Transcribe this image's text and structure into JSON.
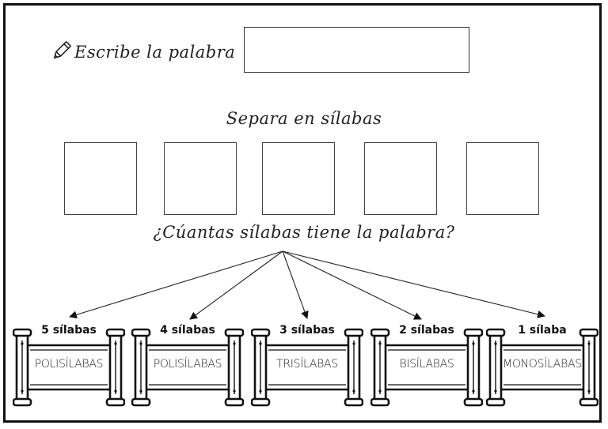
{
  "worksheet": {
    "write_label": "Escribe la palabra",
    "separate_label": "Separa en sílabas",
    "question": "¿Cúantas sílabas tiene la palabra?",
    "syllable_boxes": 5
  },
  "options": [
    {
      "count": "5 sílabas",
      "label": "POLISÍLABAS"
    },
    {
      "count": "4 sílabas",
      "label": "POLISÍLABAS"
    },
    {
      "count": "3 sílabas",
      "label": "TRISÍLABAS"
    },
    {
      "count": "2 sílabas",
      "label": "BISÍLABAS"
    },
    {
      "count": "1 sílaba",
      "label": "MONOSÍLABAS"
    }
  ],
  "icons": {
    "pencil": "pencil-icon",
    "scroll": "scroll-banner-icon"
  }
}
